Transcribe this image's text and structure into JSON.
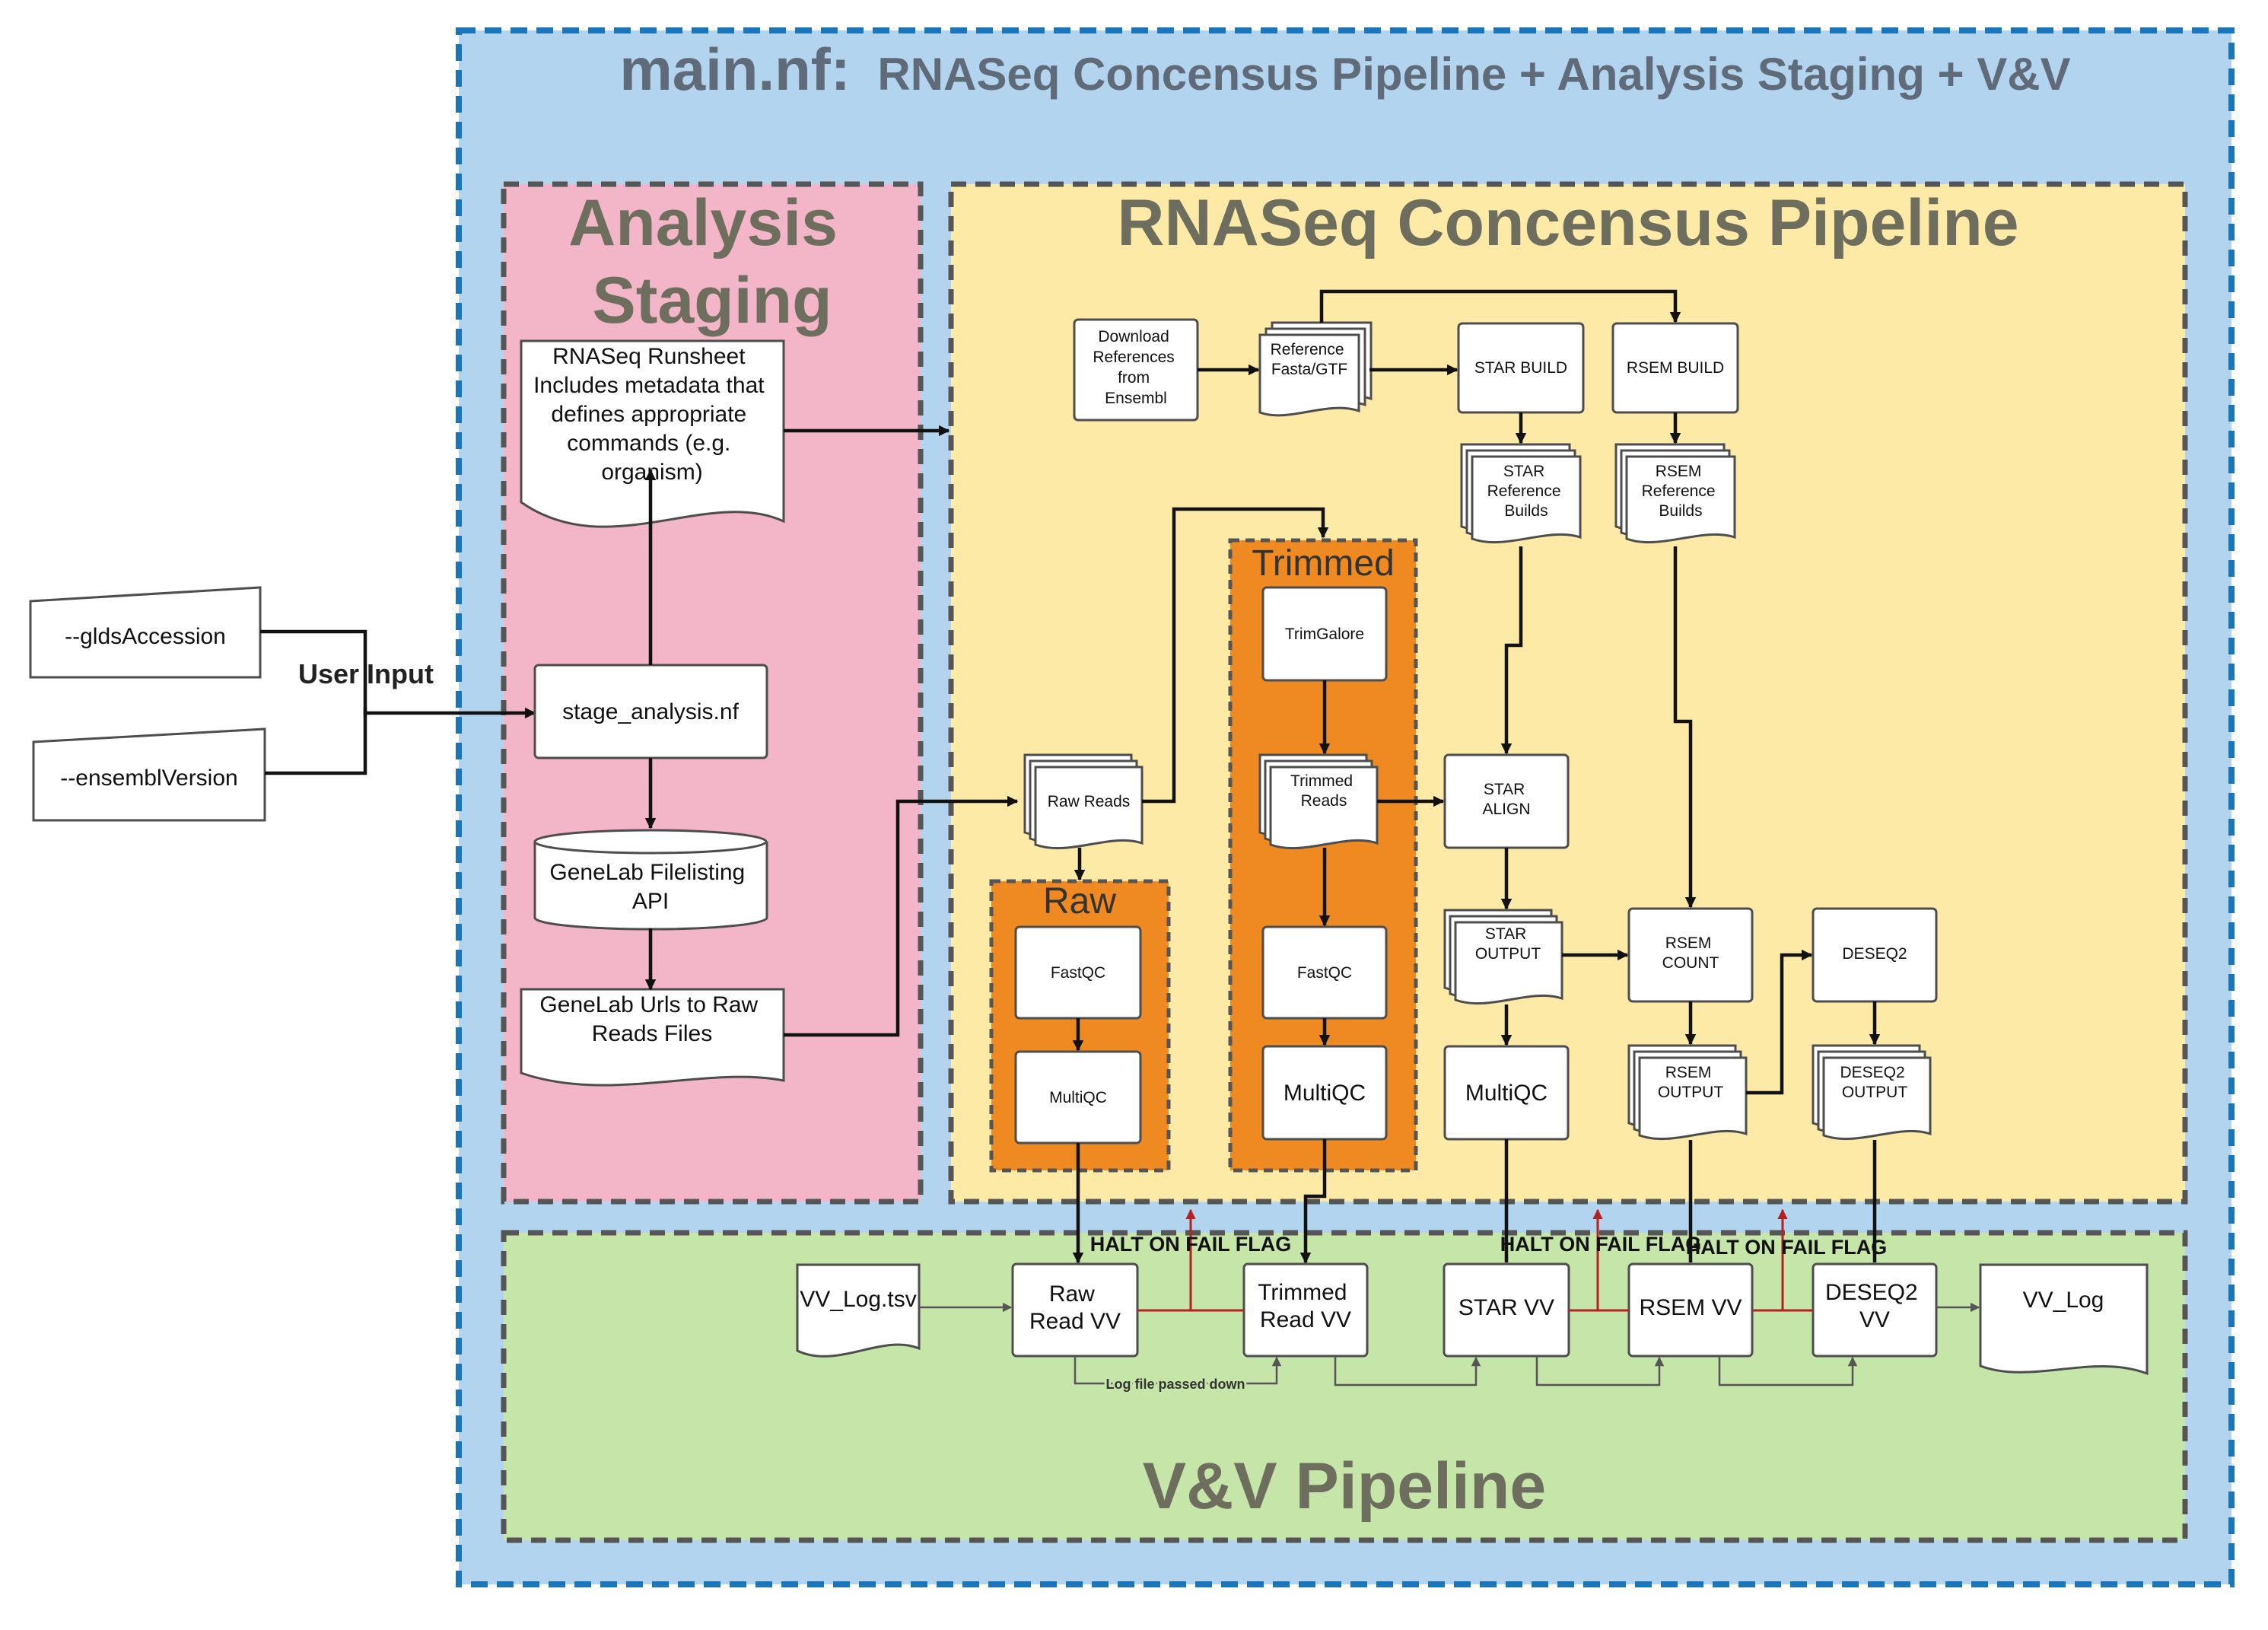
{
  "title": {
    "bold": "main.nf:",
    "rest": "RNASeq Concensus Pipeline + Analysis Staging + V&V"
  },
  "groups": {
    "analysis_staging": [
      "Analysis",
      "Staging"
    ],
    "rnaseq": "RNASeq Concensus Pipeline",
    "vv": "V&V Pipeline",
    "trimmed": "Trimmed",
    "raw": "Raw"
  },
  "inputs": {
    "glds": "--gldsAccession",
    "ensembl": "--ensemblVersion",
    "user_input": "User Input"
  },
  "staging": {
    "runsheet": [
      "RNASeq Runsheet",
      "Includes metadata that",
      "defines appropriate",
      "commands (e.g.",
      "organism)"
    ],
    "stage": "stage_analysis.nf",
    "api": [
      "GeneLab Filelisting",
      "API"
    ],
    "urls": [
      "GeneLab Urls to Raw",
      "Reads Files"
    ]
  },
  "rnaseq": {
    "download": [
      "Download",
      "References",
      "from",
      "Ensembl"
    ],
    "ref_fasta": [
      "Reference",
      "Fasta/GTF"
    ],
    "star_build": "STAR BUILD",
    "rsem_build": "RSEM BUILD",
    "star_ref": [
      "STAR",
      "Reference",
      "Builds"
    ],
    "rsem_ref": [
      "RSEM",
      "Reference",
      "Builds"
    ],
    "raw_reads": "Raw Reads",
    "trimgalore": "TrimGalore",
    "trimmed_reads": [
      "Trimmed",
      "Reads"
    ],
    "fastqc": "FastQC",
    "multiqc": "MultiQC",
    "star_align": [
      "STAR",
      "ALIGN"
    ],
    "star_output": [
      "STAR",
      "OUTPUT"
    ],
    "rsem_count": [
      "RSEM",
      "COUNT"
    ],
    "deseq2": "DESEQ2",
    "rsem_output": [
      "RSEM",
      "OUTPUT"
    ],
    "deseq2_output": [
      "DESEQ2",
      "OUTPUT"
    ]
  },
  "vv": {
    "log_tsv": "VV_Log.tsv",
    "raw_vv": [
      "Raw",
      "Read VV"
    ],
    "trimmed_vv": [
      "Trimmed",
      "Read VV"
    ],
    "star_vv": "STAR VV",
    "rsem_vv": "RSEM VV",
    "deseq2_vv": [
      "DESEQ2",
      "VV"
    ],
    "vv_log": "VV_Log",
    "halt": "HALT ON FAIL FLAG",
    "log_passed": "Log file passed down"
  },
  "colors": {
    "outer_bg": "#b3d4ee",
    "outer_border": "#1a75bb",
    "staging_bg": "#f3b6c8",
    "rnaseq_bg": "#feeaa7",
    "vv_bg": "#c6e5a9",
    "sub_bg": "#ef8a22",
    "group_border": "#555555",
    "title_text": "#5f6b78",
    "group_text": "#6e6e5e",
    "halt_line": "#b22222"
  }
}
